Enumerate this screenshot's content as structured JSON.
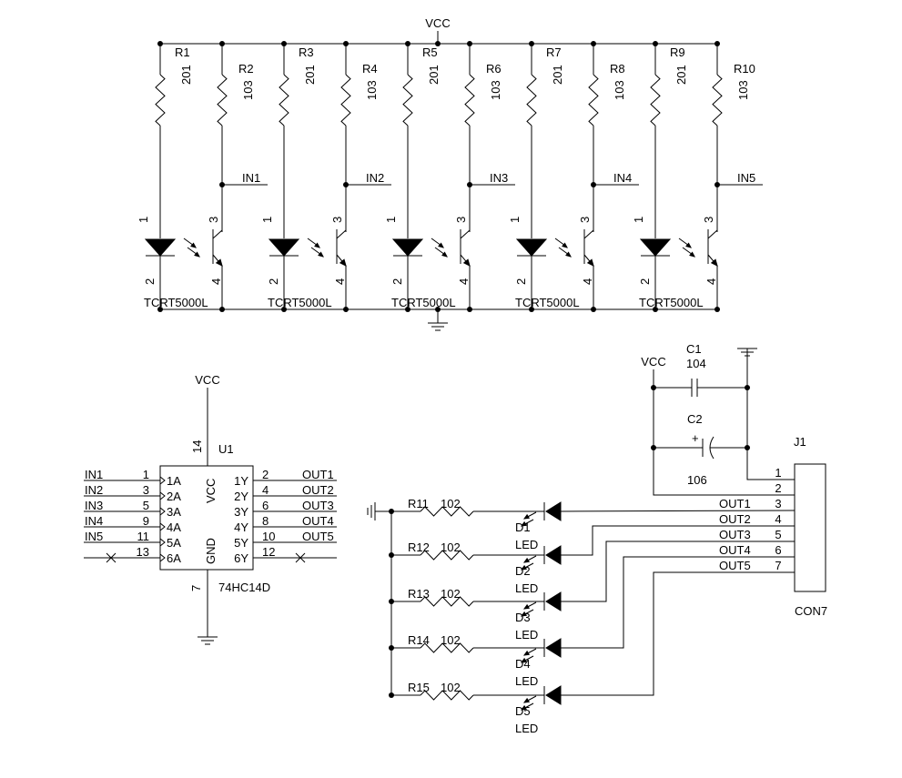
{
  "net": {
    "vcc": "VCC",
    "in": [
      "IN1",
      "IN2",
      "IN3",
      "IN4",
      "IN5"
    ],
    "out": [
      "OUT1",
      "OUT2",
      "OUT3",
      "OUT4",
      "OUT5"
    ]
  },
  "sensors": [
    {
      "r_led": "R1",
      "r_led_val": "201",
      "r_pull": "R2",
      "r_pull_val": "103",
      "part": "TCRT5000L"
    },
    {
      "r_led": "R3",
      "r_led_val": "201",
      "r_pull": "R4",
      "r_pull_val": "103",
      "part": "TCRT5000L"
    },
    {
      "r_led": "R5",
      "r_led_val": "201",
      "r_pull": "R6",
      "r_pull_val": "103",
      "part": "TCRT5000L"
    },
    {
      "r_led": "R7",
      "r_led_val": "201",
      "r_pull": "R8",
      "r_pull_val": "103",
      "part": "TCRT5000L"
    },
    {
      "r_led": "R9",
      "r_led_val": "201",
      "r_pull": "R10",
      "r_pull_val": "103",
      "part": "TCRT5000L"
    }
  ],
  "sensor_pins": {
    "p1": "1",
    "p2": "2",
    "p3": "3",
    "p4": "4"
  },
  "ic": {
    "ref": "U1",
    "part": "74HC14D",
    "vcc_label": "VCC",
    "gnd_label": "GND",
    "vcc_pin": "14",
    "gnd_pin": "7",
    "in_pins": [
      "1",
      "3",
      "5",
      "9",
      "11",
      "13"
    ],
    "in_names": [
      "1A",
      "2A",
      "3A",
      "4A",
      "5A",
      "6A"
    ],
    "out_pins": [
      "2",
      "4",
      "6",
      "8",
      "10",
      "12"
    ],
    "out_names": [
      "1Y",
      "2Y",
      "3Y",
      "4Y",
      "5Y",
      "6Y"
    ]
  },
  "indicators": [
    {
      "r": "R11",
      "r_val": "102",
      "d": "D1",
      "label": "LED"
    },
    {
      "r": "R12",
      "r_val": "102",
      "d": "D2",
      "label": "LED"
    },
    {
      "r": "R13",
      "r_val": "102",
      "d": "D3",
      "label": "LED"
    },
    {
      "r": "R14",
      "r_val": "102",
      "d": "D4",
      "label": "LED"
    },
    {
      "r": "R15",
      "r_val": "102",
      "d": "D5",
      "label": "LED"
    }
  ],
  "caps": {
    "c1": "C1",
    "c1_val": "104",
    "c2": "C2",
    "c2_val": "106",
    "c2_plus": "+"
  },
  "connector": {
    "ref": "J1",
    "part": "CON7",
    "pins": [
      "1",
      "2",
      "3",
      "4",
      "5",
      "6",
      "7"
    ]
  }
}
